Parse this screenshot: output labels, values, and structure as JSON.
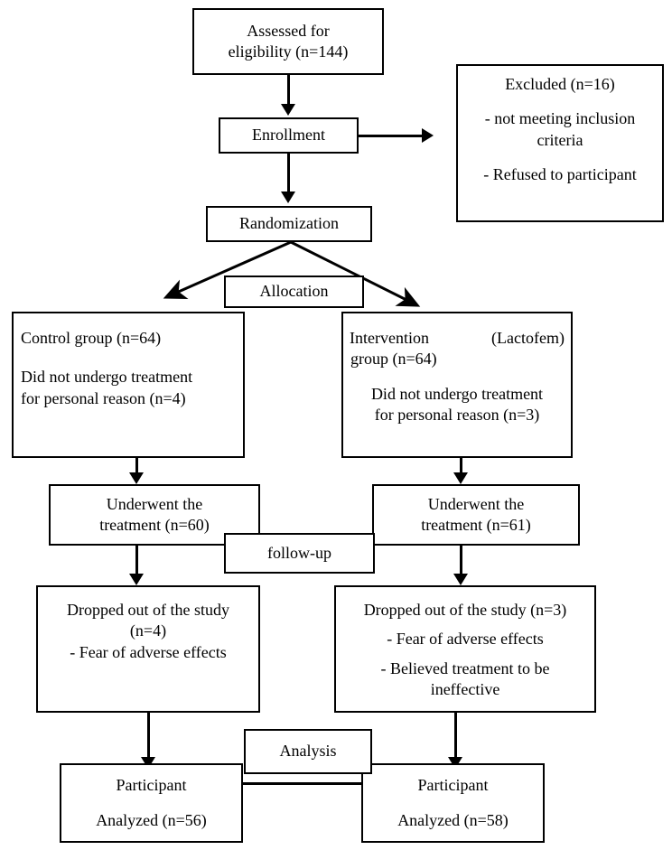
{
  "diagram": {
    "title": "CONSORT participant flow diagram",
    "type": "flowchart",
    "stroke_color": "#000000",
    "background_color": "#ffffff"
  },
  "nodes": {
    "assessed": {
      "line1": "Assessed for",
      "line2": "eligibility (n=144)"
    },
    "enrollment": {
      "label": "Enrollment"
    },
    "excluded": {
      "line1": "Excluded (n=16)",
      "line2": "- not meeting inclusion",
      "line3": "criteria",
      "line4": "- Refused to participant"
    },
    "randomization": {
      "label": "Randomization"
    },
    "allocation": {
      "label": "Allocation"
    },
    "control_group": {
      "line1": "Control group (n=64)",
      "line2": "Did not undergo treatment",
      "line3": "for personal reason (n=4)"
    },
    "intervention_group": {
      "line1a": "Intervention",
      "line1b": "(Lactofem)",
      "line2": "group (n=64)",
      "line3": "Did not undergo treatment",
      "line4": "for personal reason (n=3)"
    },
    "control_treated": {
      "line1": "Underwent the",
      "line2": "treatment (n=60)"
    },
    "intervention_treated": {
      "line1": "Underwent the",
      "line2": "treatment (n=61)"
    },
    "followup": {
      "label": "follow-up"
    },
    "control_dropped": {
      "line1": "Dropped out of the study",
      "line2": "(n=4)",
      "line3": "- Fear of adverse effects"
    },
    "intervention_dropped": {
      "line1": "Dropped out of the study (n=3)",
      "line2": "- Fear of adverse effects",
      "line3": "- Believed treatment to be",
      "line4": "ineffective"
    },
    "analysis": {
      "label": "Analysis"
    },
    "control_analyzed": {
      "line1": "Participant",
      "line2": "Analyzed (n=56)"
    },
    "intervention_analyzed": {
      "line1": "Participant",
      "line2": "Analyzed (n=58)"
    }
  },
  "chart_data": {
    "type": "flowchart",
    "title": "CONSORT participant flow diagram",
    "stages": [
      "Enrollment",
      "Allocation",
      "follow-up",
      "Analysis"
    ],
    "counts": {
      "assessed_for_eligibility": 144,
      "excluded": 16,
      "randomized_control": 64,
      "randomized_intervention": 64,
      "control_did_not_undergo_treatment": 4,
      "intervention_did_not_undergo_treatment": 3,
      "control_underwent_treatment": 60,
      "intervention_underwent_treatment": 61,
      "control_dropped_out": 4,
      "intervention_dropped_out": 3,
      "control_analyzed": 56,
      "intervention_analyzed": 58
    },
    "exclusion_reasons": [
      "not meeting inclusion criteria",
      "Refused to participant"
    ],
    "control_dropout_reasons": [
      "Fear of adverse effects"
    ],
    "intervention_dropout_reasons": [
      "Fear of adverse effects",
      "Believed treatment to be ineffective"
    ],
    "arms": [
      "Control group",
      "Intervention (Lactofem) group"
    ]
  }
}
